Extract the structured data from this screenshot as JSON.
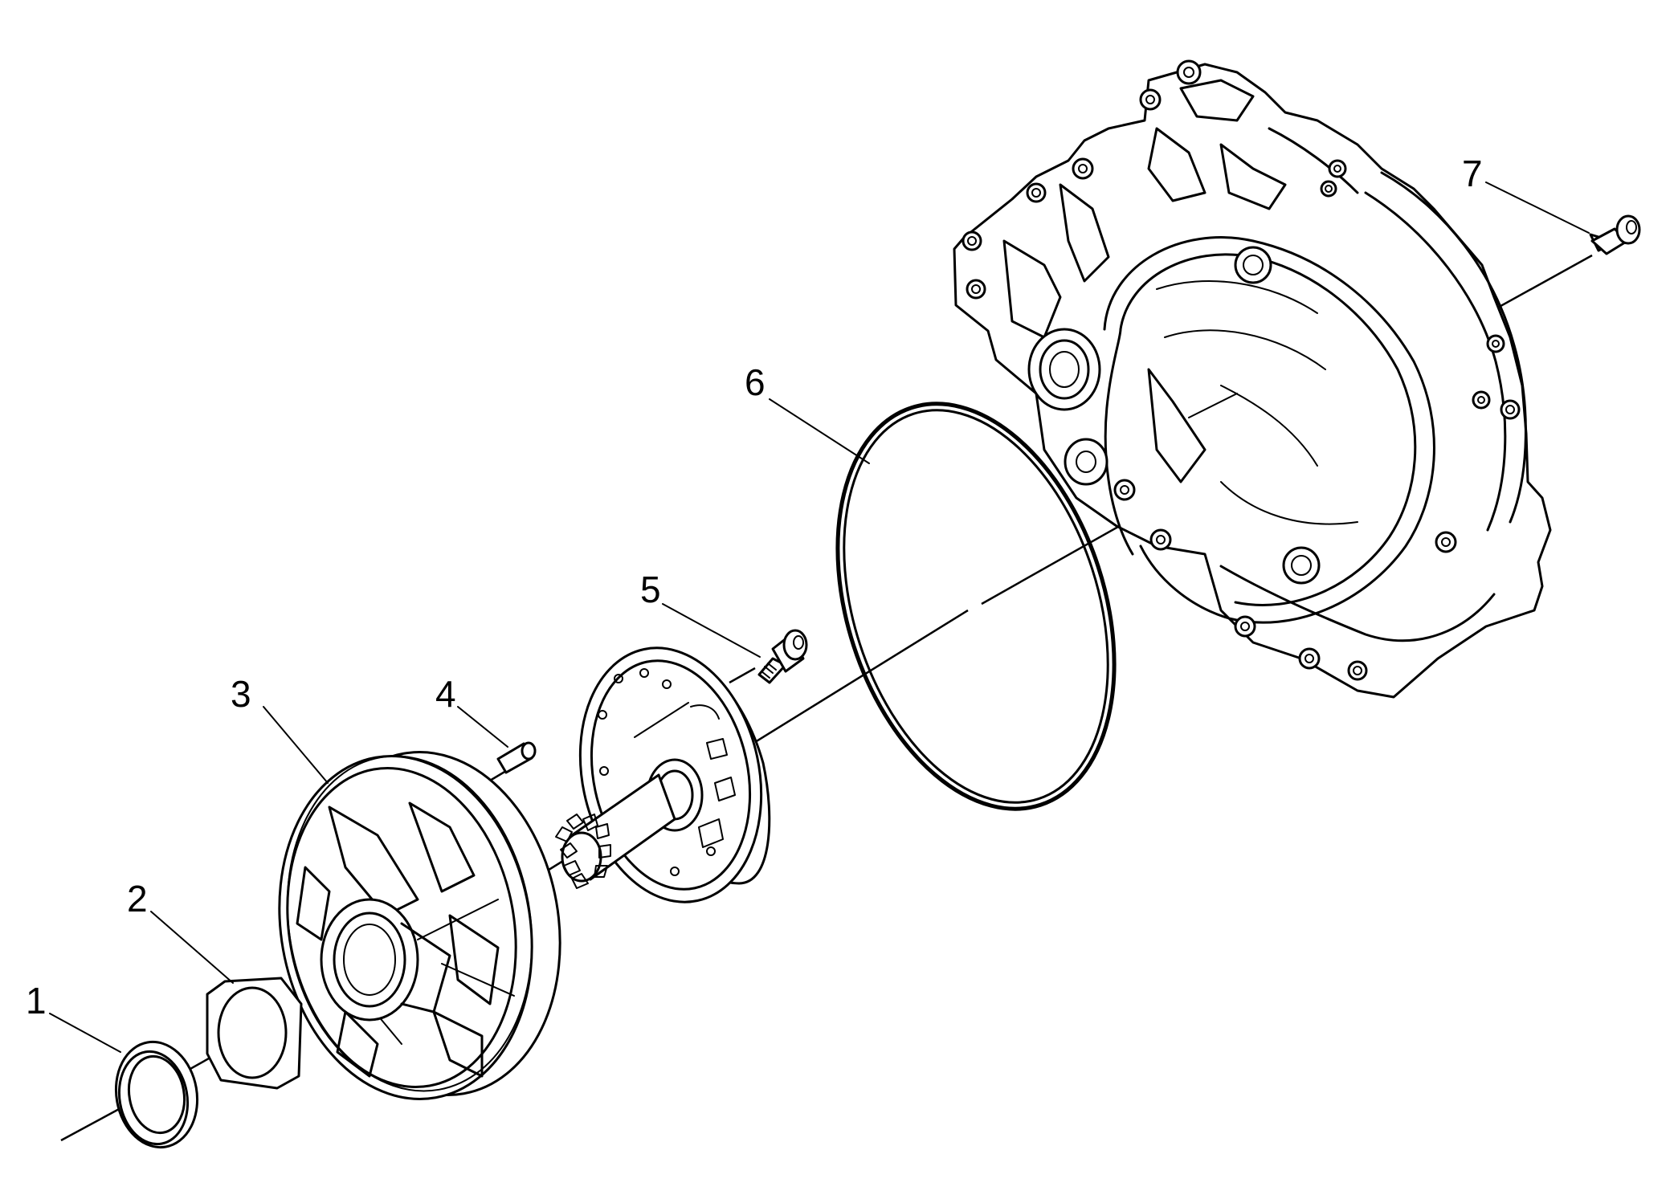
{
  "diagram": {
    "type": "exploded-parts-view",
    "callouts": [
      {
        "id": "callout-1",
        "label": "1"
      },
      {
        "id": "callout-2",
        "label": "2"
      },
      {
        "id": "callout-3",
        "label": "3"
      },
      {
        "id": "callout-4",
        "label": "4"
      },
      {
        "id": "callout-5",
        "label": "5"
      },
      {
        "id": "callout-6",
        "label": "6"
      },
      {
        "id": "callout-7",
        "label": "7"
      }
    ]
  }
}
